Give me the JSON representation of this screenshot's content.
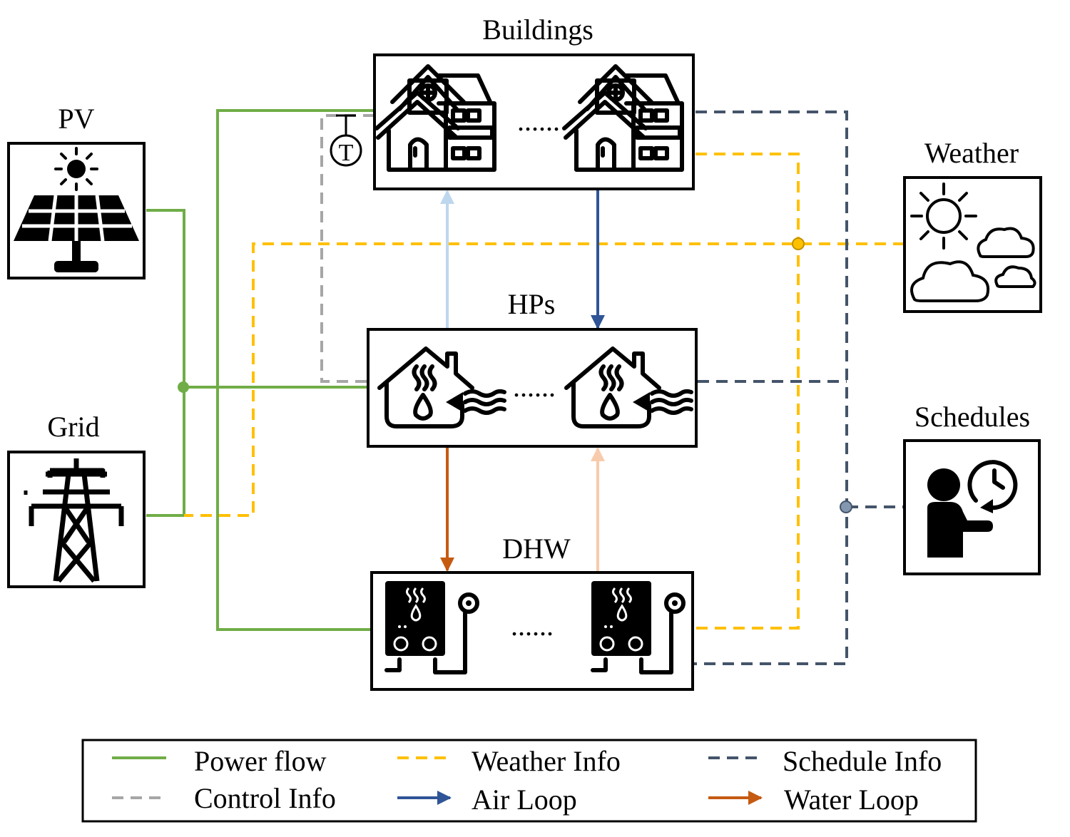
{
  "colors": {
    "power": "#70ad47",
    "weather": "#ffc000",
    "schedule": "#44546a",
    "control": "#a6a6a6",
    "air_supply": "#bdd7ee",
    "air_return": "#2f5597",
    "water_supply": "#c55a11",
    "water_return": "#f8cbad",
    "schedule_dot": "#8497b0"
  },
  "nodes": {
    "buildings": {
      "label": "Buildings",
      "icon": "houses-icon",
      "ellipsis": "......"
    },
    "hps": {
      "label": "HPs",
      "icon": "heat-pump-icon",
      "ellipsis": "......"
    },
    "dhw": {
      "label": "DHW",
      "icon": "water-heater-icon",
      "ellipsis": "......"
    },
    "pv": {
      "label": "PV",
      "icon": "solar-panel-icon"
    },
    "grid": {
      "label": "Grid",
      "icon": "transmission-tower-icon"
    },
    "weather": {
      "label": "Weather",
      "icon": "sun-clouds-icon"
    },
    "schedules": {
      "label": "Schedules",
      "icon": "person-clock-icon"
    },
    "thermostat": {
      "label": "T"
    }
  },
  "legend": {
    "power": "Power flow",
    "weather": "Weather Info",
    "schedule": "Schedule Info",
    "control": "Control Info",
    "air": "Air Loop",
    "water": "Water Loop"
  }
}
